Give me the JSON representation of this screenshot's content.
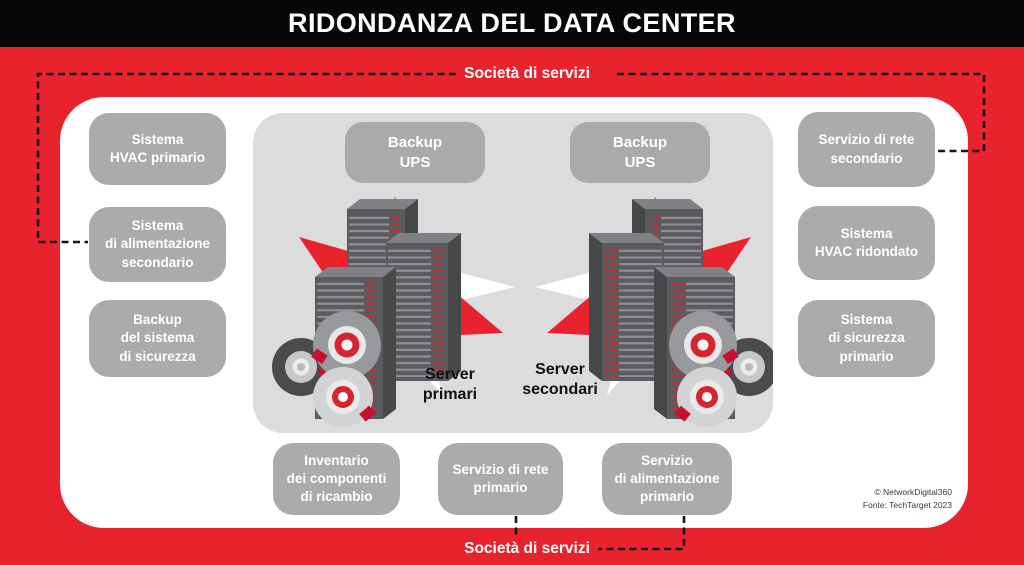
{
  "title": "RIDONDANZA DEL DATA CENTER",
  "labels": {
    "service_top": "Società di servizi",
    "service_bottom": "Società di servizi"
  },
  "left_column": [
    {
      "label": "Sistema\nHVAC primario"
    },
    {
      "label": "Sistema\ndi alimentazione\nsecondario"
    },
    {
      "label": "Backup\ndel sistema\ndi sicurezza"
    }
  ],
  "right_column": [
    {
      "label": "Servizio di rete\nsecondario"
    },
    {
      "label": "Sistema\nHVAC ridondato"
    },
    {
      "label": "Sistema\ndi sicurezza\nprimario"
    }
  ],
  "bottom_row": [
    {
      "label": "Inventario\ndei componenti\ndi ricambio"
    },
    {
      "label": "Servizio di rete\nprimario"
    },
    {
      "label": "Servizio\ndi alimentazione\nprimario"
    }
  ],
  "center": {
    "ups_left": "Backup\nUPS",
    "ups_right": "Backup\nUPS",
    "server_primary": "Server\nprimari",
    "server_secondary": "Server\nsecondari"
  },
  "credits": {
    "copyright": "© NetworkDigital360",
    "source": "Fonte: TechTarget 2023"
  },
  "colors": {
    "background_red": "#E8232E",
    "header_black": "#070707",
    "box_gray": "#ABABAB",
    "center_panel_gray": "#DBDCDD",
    "server_dark_gray": "#58595B",
    "led_red": "#D8242B",
    "dash_black": "#161616",
    "text_white": "#FFFFFF"
  }
}
